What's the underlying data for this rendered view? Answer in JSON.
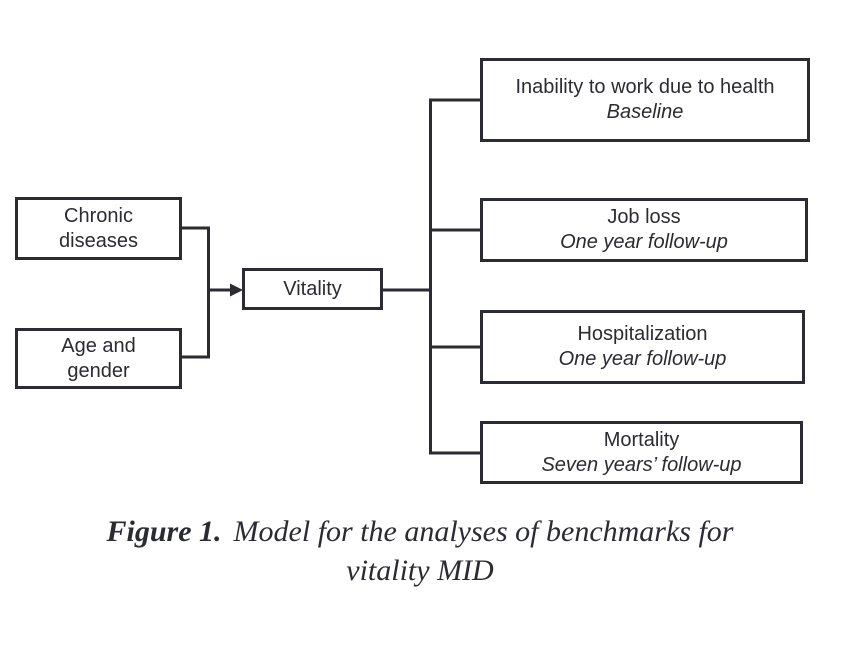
{
  "figure": {
    "caption": {
      "label": "Figure 1.",
      "line1": "Model for the analyses of benchmarks for",
      "line2": "vitality MID"
    },
    "nodes": {
      "chronic": {
        "line1": "Chronic",
        "line2": "diseases"
      },
      "age": {
        "line1": "Age and",
        "line2": "gender"
      },
      "vitality": {
        "label": "Vitality"
      },
      "outcome1": {
        "title": "Inability to work due to health",
        "timing": "Baseline"
      },
      "outcome2": {
        "title": "Job loss",
        "timing": "One year follow-up"
      },
      "outcome3": {
        "title": "Hospitalization",
        "timing": "One year follow-up"
      },
      "outcome4": {
        "title": "Mortality",
        "timing": "Seven years’ follow-up"
      }
    },
    "colors": {
      "ink": "#2b2b33",
      "background": "#ffffff"
    }
  }
}
